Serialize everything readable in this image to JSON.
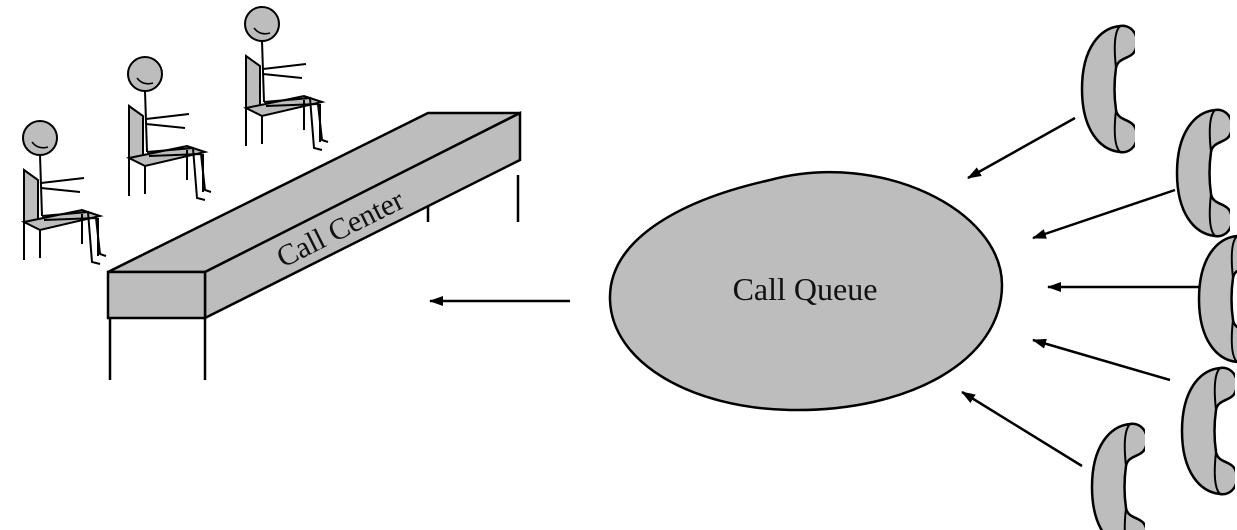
{
  "labels": {
    "call_center": "Call Center",
    "call_queue": "Call Queue"
  },
  "agents": [
    {
      "name": "agent-1"
    },
    {
      "name": "agent-2"
    },
    {
      "name": "agent-3"
    }
  ],
  "callers": [
    {
      "name": "caller-1"
    },
    {
      "name": "caller-2"
    },
    {
      "name": "caller-3"
    },
    {
      "name": "caller-4"
    },
    {
      "name": "caller-5"
    }
  ],
  "colors": {
    "fill": "#bdbdbd",
    "stroke": "#000000",
    "background": "#ffffff"
  }
}
